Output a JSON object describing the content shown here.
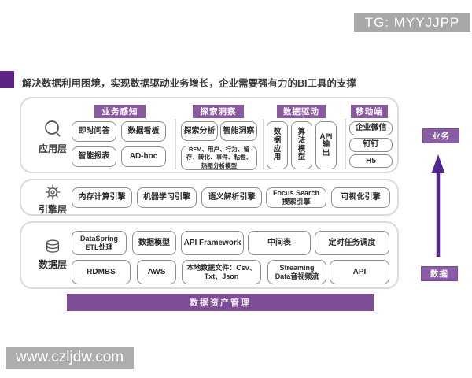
{
  "watermarks": {
    "tg": "TG: MYYJJPP",
    "site": "www.czljdw.com"
  },
  "title": "解决数据利用困境，实现数据驱动业务增长，企业需要强有力的BI工具的支撑",
  "colors": {
    "accent_dark_purple": "#5d2483",
    "badge_purple": "#8a5a9f",
    "bar_purple": "#7d4e95",
    "watermark_gray": "#a8a8a8",
    "box_border_gray": "#8c8c8c",
    "card_border_gray": "#ddd9dd"
  },
  "layers": {
    "application": {
      "label": "应用层",
      "icon": "magnifier-icon",
      "sections": [
        {
          "title": "业务感知",
          "items": [
            "即时问答",
            "数据看板",
            "智能报表",
            "AD-hoc"
          ]
        },
        {
          "title": "探索洞察",
          "items": [
            "探索分析",
            "智能洞察"
          ],
          "note": "RFM、用户、行为、留存、转化、事件、粘性、热图分析模型"
        },
        {
          "title": "数据驱动",
          "items": [
            "数\n据\n应\n用",
            "算\n法\n模\n型",
            "API\n输\n出"
          ]
        },
        {
          "title": "移动端",
          "items": [
            "企业微信",
            "钉钉",
            "H5"
          ]
        }
      ]
    },
    "engine": {
      "label": "引擎层",
      "icon": "gear-icon",
      "items": [
        "内存计算引擎",
        "机器学习引擎",
        "语义解析引擎",
        "Focus Search\n搜索引擎",
        "可视化引擎"
      ]
    },
    "data": {
      "label": "数据层",
      "icon": "database-icon",
      "row1": [
        "DataSpring\nETL处理",
        "数据模型",
        "API Framework",
        "中间表",
        "定时任务调度"
      ],
      "row2": [
        "RDMBS",
        "AWS",
        "本地数据文件：Csv、\nTxt、Json",
        "Streaming\nData音视频流",
        "API"
      ]
    }
  },
  "bottom_bar": "数据资产管理",
  "flow": {
    "top_label": "业务",
    "bottom_label": "数据"
  }
}
